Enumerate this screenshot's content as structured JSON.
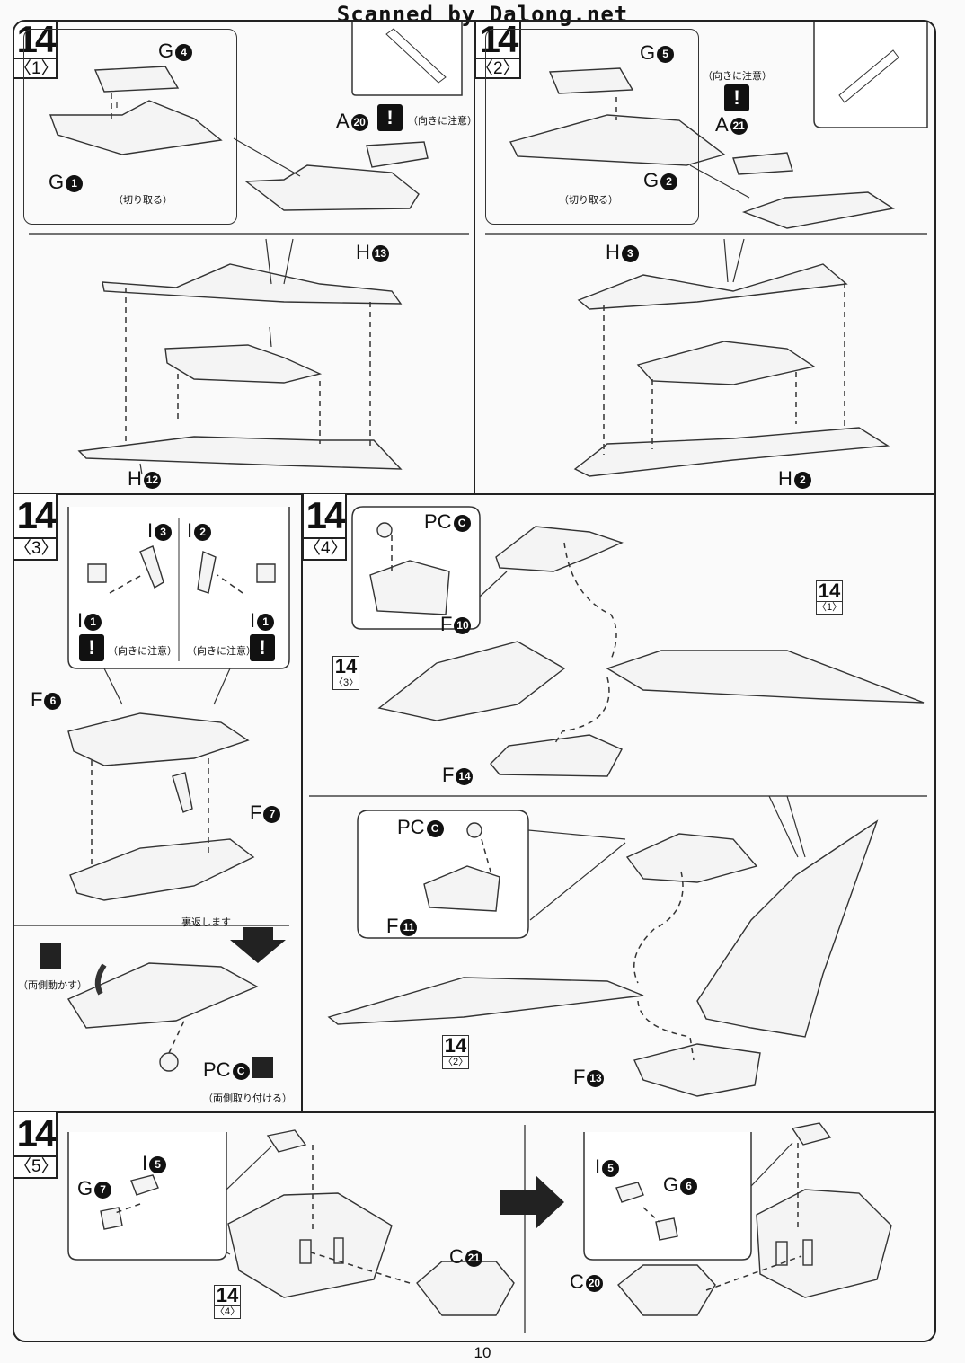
{
  "watermark": "Scanned by Dalong.net",
  "page_number": "10",
  "step_number": "14",
  "subs": {
    "s1": "〈1〉",
    "s2": "〈2〉",
    "s3": "〈3〉",
    "s4": "〈4〉",
    "s5": "〈5〉"
  },
  "notes": {
    "cut_off": "（切り取る）",
    "mind_direction": "（向きに注意）",
    "flip_over": "裏返します",
    "move_both": "（両側動かす）",
    "attach_both": "（両側取り付ける）",
    "warn_mark": "!"
  },
  "parts": {
    "p1_g": "G",
    "p1_g_num": "4",
    "p1_g1": "G",
    "p1_g1_num": "1",
    "p1_a": "A",
    "p1_a_num": "20",
    "p1_h13": "H",
    "p1_h13_num": "13",
    "p1_h12": "H",
    "p1_h12_num": "12",
    "p2_g": "G",
    "p2_g_num": "5",
    "p2_g2": "G",
    "p2_g2_num": "2",
    "p2_a": "A",
    "p2_a_num": "21",
    "p2_h3": "H",
    "p2_h3_num": "3",
    "p2_h2": "H",
    "p2_h2_num": "2",
    "p3_i3": "I",
    "p3_i3_num": "3",
    "p3_i2": "I",
    "p3_i2_num": "2",
    "p3_i1a": "I",
    "p3_i1a_num": "1",
    "p3_i1b": "I",
    "p3_i1b_num": "1",
    "p3_f6": "F",
    "p3_f6_num": "6",
    "p3_f7": "F",
    "p3_f7_num": "7",
    "p3_pc": "PC",
    "p3_pc_num": "C",
    "p4_pc_top": "PC",
    "p4_pc_top_num": "C",
    "p4_f10": "F",
    "p4_f10_num": "10",
    "p4_f14": "F",
    "p4_f14_num": "14",
    "p4_pc_bot": "PC",
    "p4_pc_bot_num": "C",
    "p4_f11": "F",
    "p4_f11_num": "11",
    "p4_f13": "F",
    "p4_f13_num": "13",
    "p5_i5a": "I",
    "p5_i5a_num": "5",
    "p5_g7": "G",
    "p5_g7_num": "7",
    "p5_c21": "C",
    "p5_c21_num": "21",
    "p5_i5b": "I",
    "p5_i5b_num": "5",
    "p5_g6": "G",
    "p5_g6_num": "6",
    "p5_c20": "C",
    "p5_c20_num": "20"
  },
  "refs": {
    "r_1": {
      "n": "14",
      "s": "〈1〉"
    },
    "r_3": {
      "n": "14",
      "s": "〈3〉"
    },
    "r_2": {
      "n": "14",
      "s": "〈2〉"
    },
    "r_4": {
      "n": "14",
      "s": "〈4〉"
    }
  }
}
